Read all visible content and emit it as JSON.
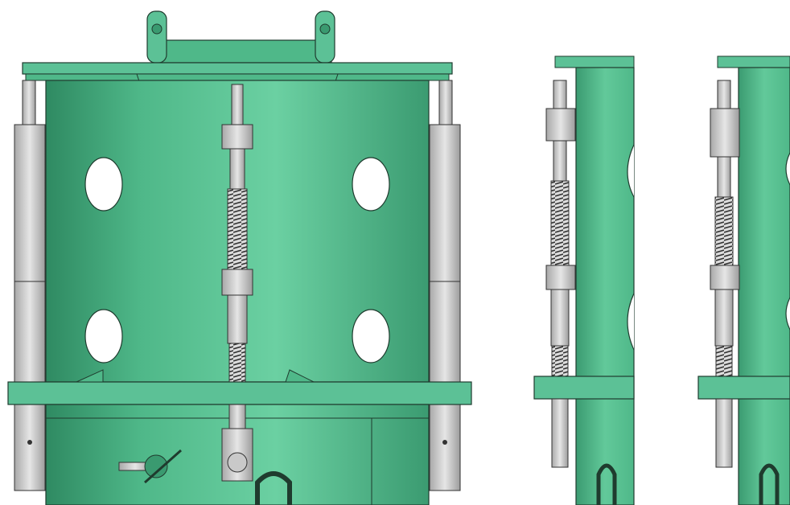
{
  "figure": {
    "views": [
      {
        "id": "front-view"
      },
      {
        "id": "side-view-a"
      },
      {
        "id": "side-view-b"
      }
    ],
    "colors": {
      "body": "#4fb889",
      "body_dark": "#3a9a70",
      "body_light": "#62c99a",
      "flange": "#5cc196",
      "metal": "#c9c9c9",
      "metal_dark": "#9a9a9a",
      "spring": "#7a7a7a",
      "outline": "#1f3b2e",
      "background": "#ffffff"
    },
    "icons": [
      "spring-rod",
      "cylinder-hole",
      "lifting-lug",
      "hydraulic-leg"
    ]
  }
}
